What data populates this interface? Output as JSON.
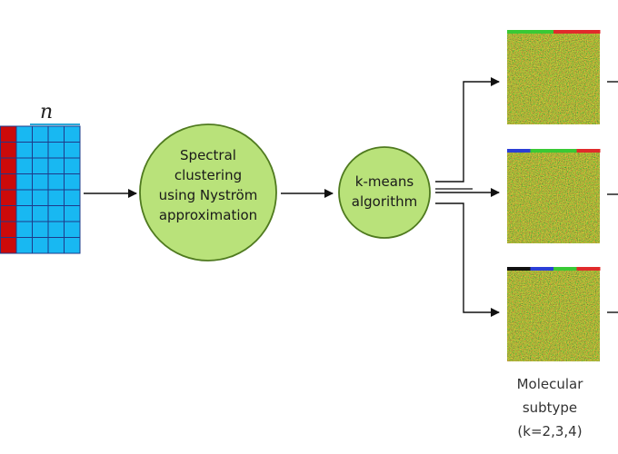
{
  "matrix": {
    "dimension_label": "n",
    "colors": {
      "red": "#cc0a0a",
      "blue": "#18b8f2",
      "grid": "#1e3a8a",
      "top_line": "#2aa7d6"
    }
  },
  "nodes": {
    "spectral": {
      "lines": [
        "Spectral",
        "clustering",
        "using Nyström",
        "approximation"
      ]
    },
    "kmeans": {
      "lines": [
        "k-means",
        "algorithm"
      ]
    }
  },
  "node_colors": {
    "fill": "#b9e27a",
    "stroke": "#4f7a1f"
  },
  "heatmaps": [
    {
      "bar_colors": [
        "#39c935",
        "#39c935",
        "#e02b2b",
        "#e02b2b"
      ]
    },
    {
      "bar_colors": [
        "#2b3fd6",
        "#39c935",
        "#39c935",
        "#e02b2b"
      ]
    },
    {
      "bar_colors": [
        "#111111",
        "#2b3fd6",
        "#39c935",
        "#e02b2b"
      ]
    }
  ],
  "caption": {
    "lines": [
      "Molecular",
      "subtype",
      "(k=2,3,4)"
    ]
  }
}
